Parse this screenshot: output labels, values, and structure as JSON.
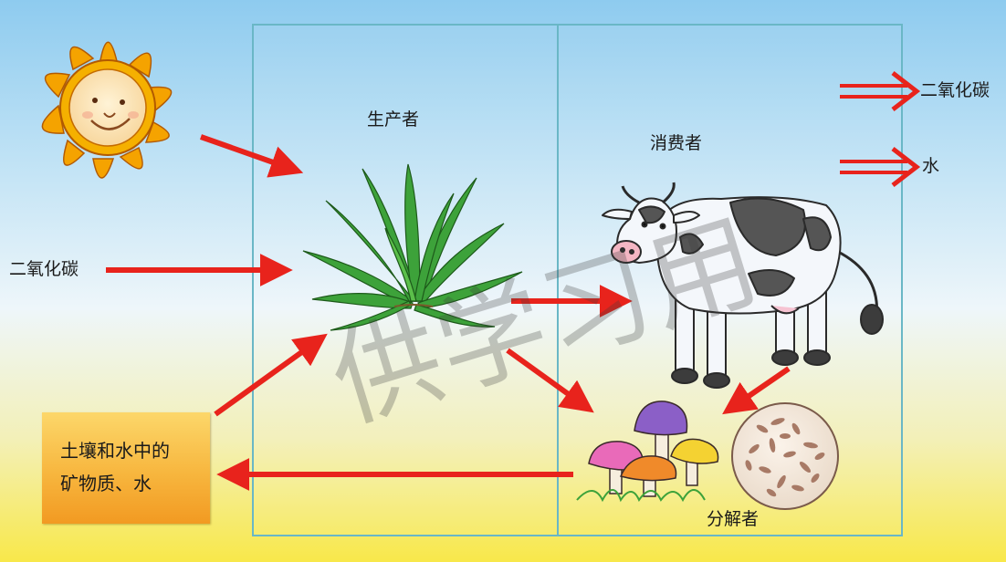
{
  "labels": {
    "producer": "生产者",
    "consumer": "消费者",
    "decomposer": "分解者",
    "co2_input": "二氧化碳",
    "co2_output": "二氧化碳",
    "water_output": "水",
    "soil_line1": "土壤和水中的",
    "soil_line2": "矿物质、水"
  },
  "watermark": "供学习用",
  "icons": [
    "sun-icon",
    "grass-plant-icon",
    "cow-icon",
    "mushrooms-icon",
    "bacteria-icon"
  ],
  "colors": {
    "arrow": "#e8231c",
    "panel_border": "#6ab7c6",
    "soil_box": "#f7b63e",
    "sun": "#f5a300"
  }
}
